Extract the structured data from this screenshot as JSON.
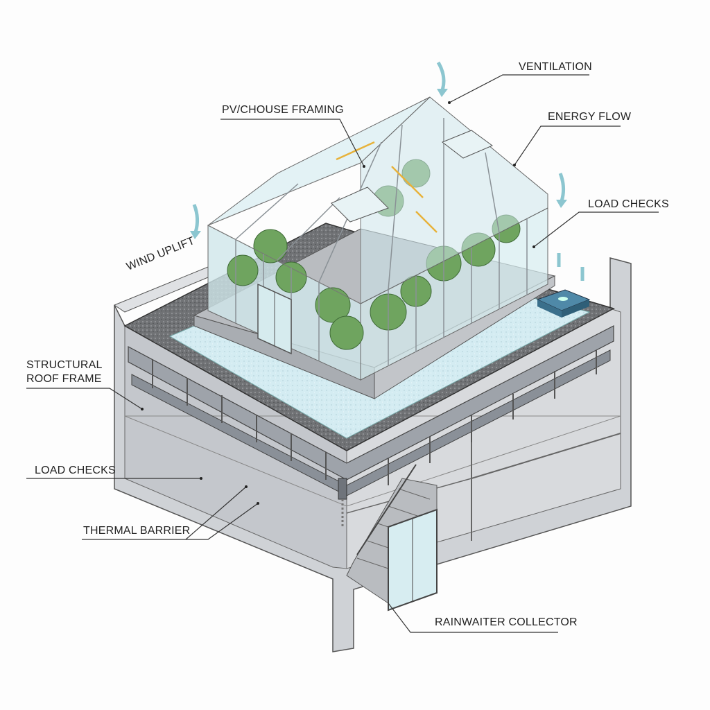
{
  "labels": {
    "ventilation": "VENTILATION",
    "framing": "PV/CHOUSE FRAMING",
    "energy_flow": "ENERGY FLOW",
    "load_checks_top": "LOAD CHECKS",
    "wind_uplift": "WIND UPLIFT",
    "structural_roof_frame_1": "STRUCTURAL",
    "structural_roof_frame_2": "ROOF FRAME",
    "load_checks_left": "LOAD CHECKS",
    "thermal_barrier": "THERMAL BARRIER",
    "rainwater_collector": "RAINWAITER COLLECTOR"
  },
  "colors": {
    "glass": "#cfe6ea",
    "plant": "#6fa45f",
    "gravel": "#6b6d70",
    "membrane": "#cfe9f0",
    "wall": "#d3d6da",
    "arrow_wind": "#8cc6d0",
    "arrow_energy": "#e7b23a"
  }
}
